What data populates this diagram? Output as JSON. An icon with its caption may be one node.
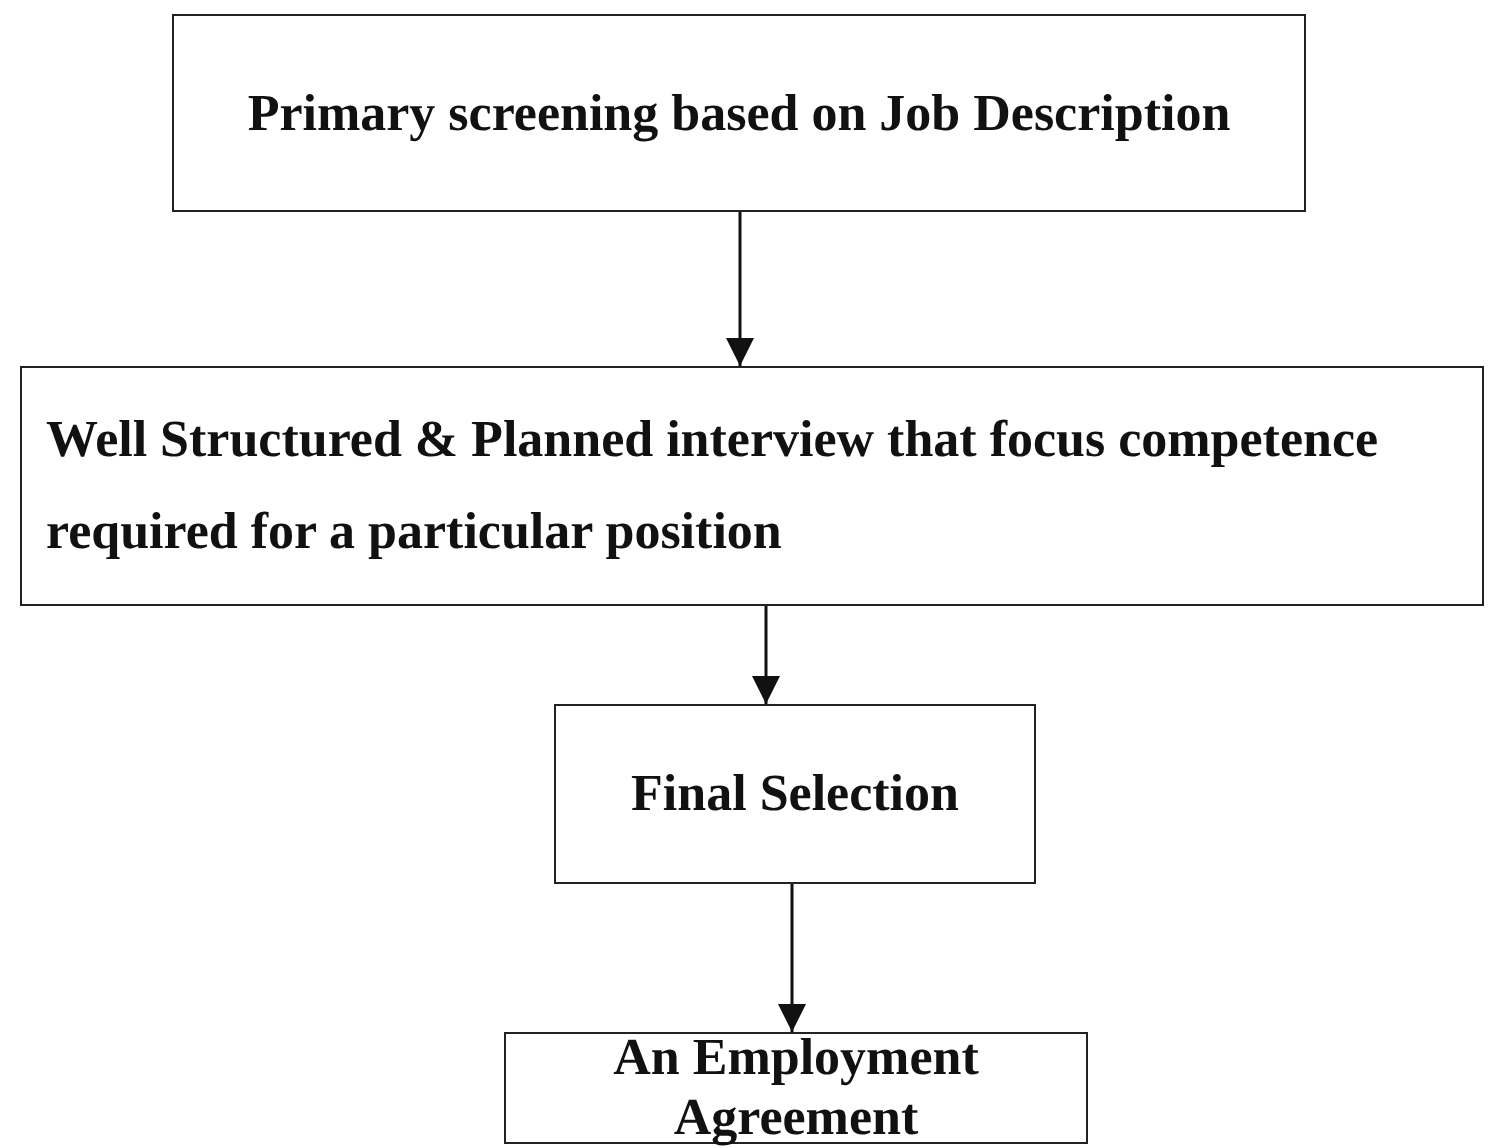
{
  "diagram": {
    "nodes": [
      {
        "text": [
          "Primary screening based on Job Description"
        ]
      },
      {
        "text": [
          "Well Structured & Planned interview that focus competence required for a particular position"
        ]
      },
      {
        "text": [
          "Final Selection"
        ]
      },
      {
        "text": [
          "An Employment Agreement"
        ]
      }
    ],
    "edges": [
      {
        "from": 0,
        "to": 1,
        "arrow": "to"
      },
      {
        "from": 1,
        "to": 2,
        "arrow": "to"
      },
      {
        "from": 2,
        "to": 3,
        "arrow": "to"
      }
    ]
  }
}
